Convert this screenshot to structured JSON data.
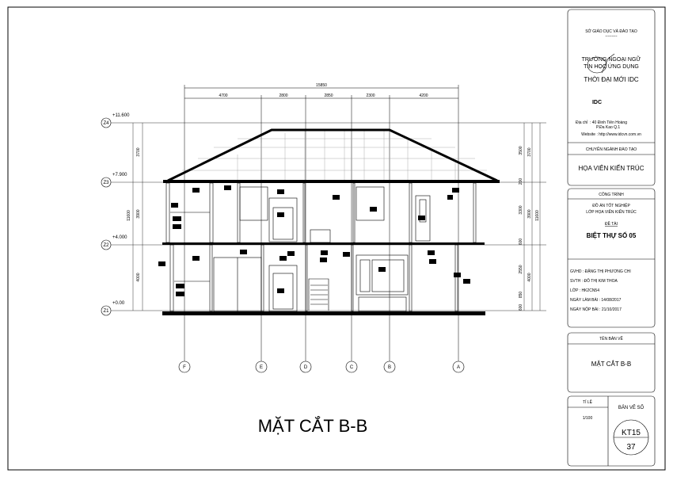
{
  "drawing": {
    "title": "MẶT CẮT B-B",
    "overall_dim": "15850",
    "span_dims": [
      "4700",
      "2800",
      "2850",
      "2300",
      "4200"
    ],
    "levels": [
      {
        "tag": "Z4",
        "value": "+11.600"
      },
      {
        "tag": "Z3",
        "value": "+7.900"
      },
      {
        "tag": "Z2",
        "value": "+4.000"
      },
      {
        "tag": "Z1",
        "value": "+0.00"
      }
    ],
    "left_dims": {
      "floors": [
        "3700",
        "3900",
        "4000"
      ],
      "total": "11600"
    },
    "right_dims": {
      "detail": [
        "3500",
        "200",
        "3300",
        "600",
        "2550",
        "850",
        "600"
      ],
      "floors": [
        "3700",
        "3900",
        "4000"
      ],
      "total": "11600"
    },
    "grid_axes": [
      "F",
      "E",
      "D",
      "C",
      "B",
      "A"
    ]
  },
  "title_block": {
    "department": "SỞ GIÁO DỤC VÀ ĐÀO TẠO",
    "dashes": "---------",
    "school_line1": "TRƯỜNG NGOẠI NGỮ",
    "school_line2": "TIN HỌC ỨNG DỤNG",
    "school_name": "THỜI ĐẠI MỚI IDC",
    "logo_text": "IDC",
    "address_label": "Địa chỉ",
    "address_line1": ": 40 Đinh Tiên Hoàng",
    "address_line2": "P.Đa Kao   Q.1",
    "website": "Website : http://www.idcvn.com.vn",
    "major_label": "CHUYÊN NGÀNH ĐÀO TẠO",
    "major": "HỌA VIÊN KIẾN TRÚC",
    "project_label": "CÔNG TRÌNH",
    "project_line1": "ĐỒ ÁN TỐT NGHIỆP",
    "project_line2": "LỚP HỌA VIÊN KIẾN TRÚC",
    "topic_label": "ĐỀ TÀI",
    "topic": "BIỆT THỰ SỐ 05",
    "info": [
      "GVHD  : ĐẶNG THỊ PHƯƠNG CHI",
      "SVTH   : ĐỖ THỊ KIM THOA",
      "LỚP     : HK2CN54",
      "NGÀY LÀM BÀI   : 14/08/2017",
      "NGÀY NỘP BÀI   : 21/10/2017"
    ],
    "sheet_name_label": "TÊN BẢN VẼ",
    "sheet_name": "MẶT CẮT B-B",
    "scale_label": "TỈ LỆ",
    "scale": "1/100",
    "sheet_no_label": "BẢN VẼ SỐ",
    "sheet_code": "KT15",
    "sheet_total": "37"
  }
}
